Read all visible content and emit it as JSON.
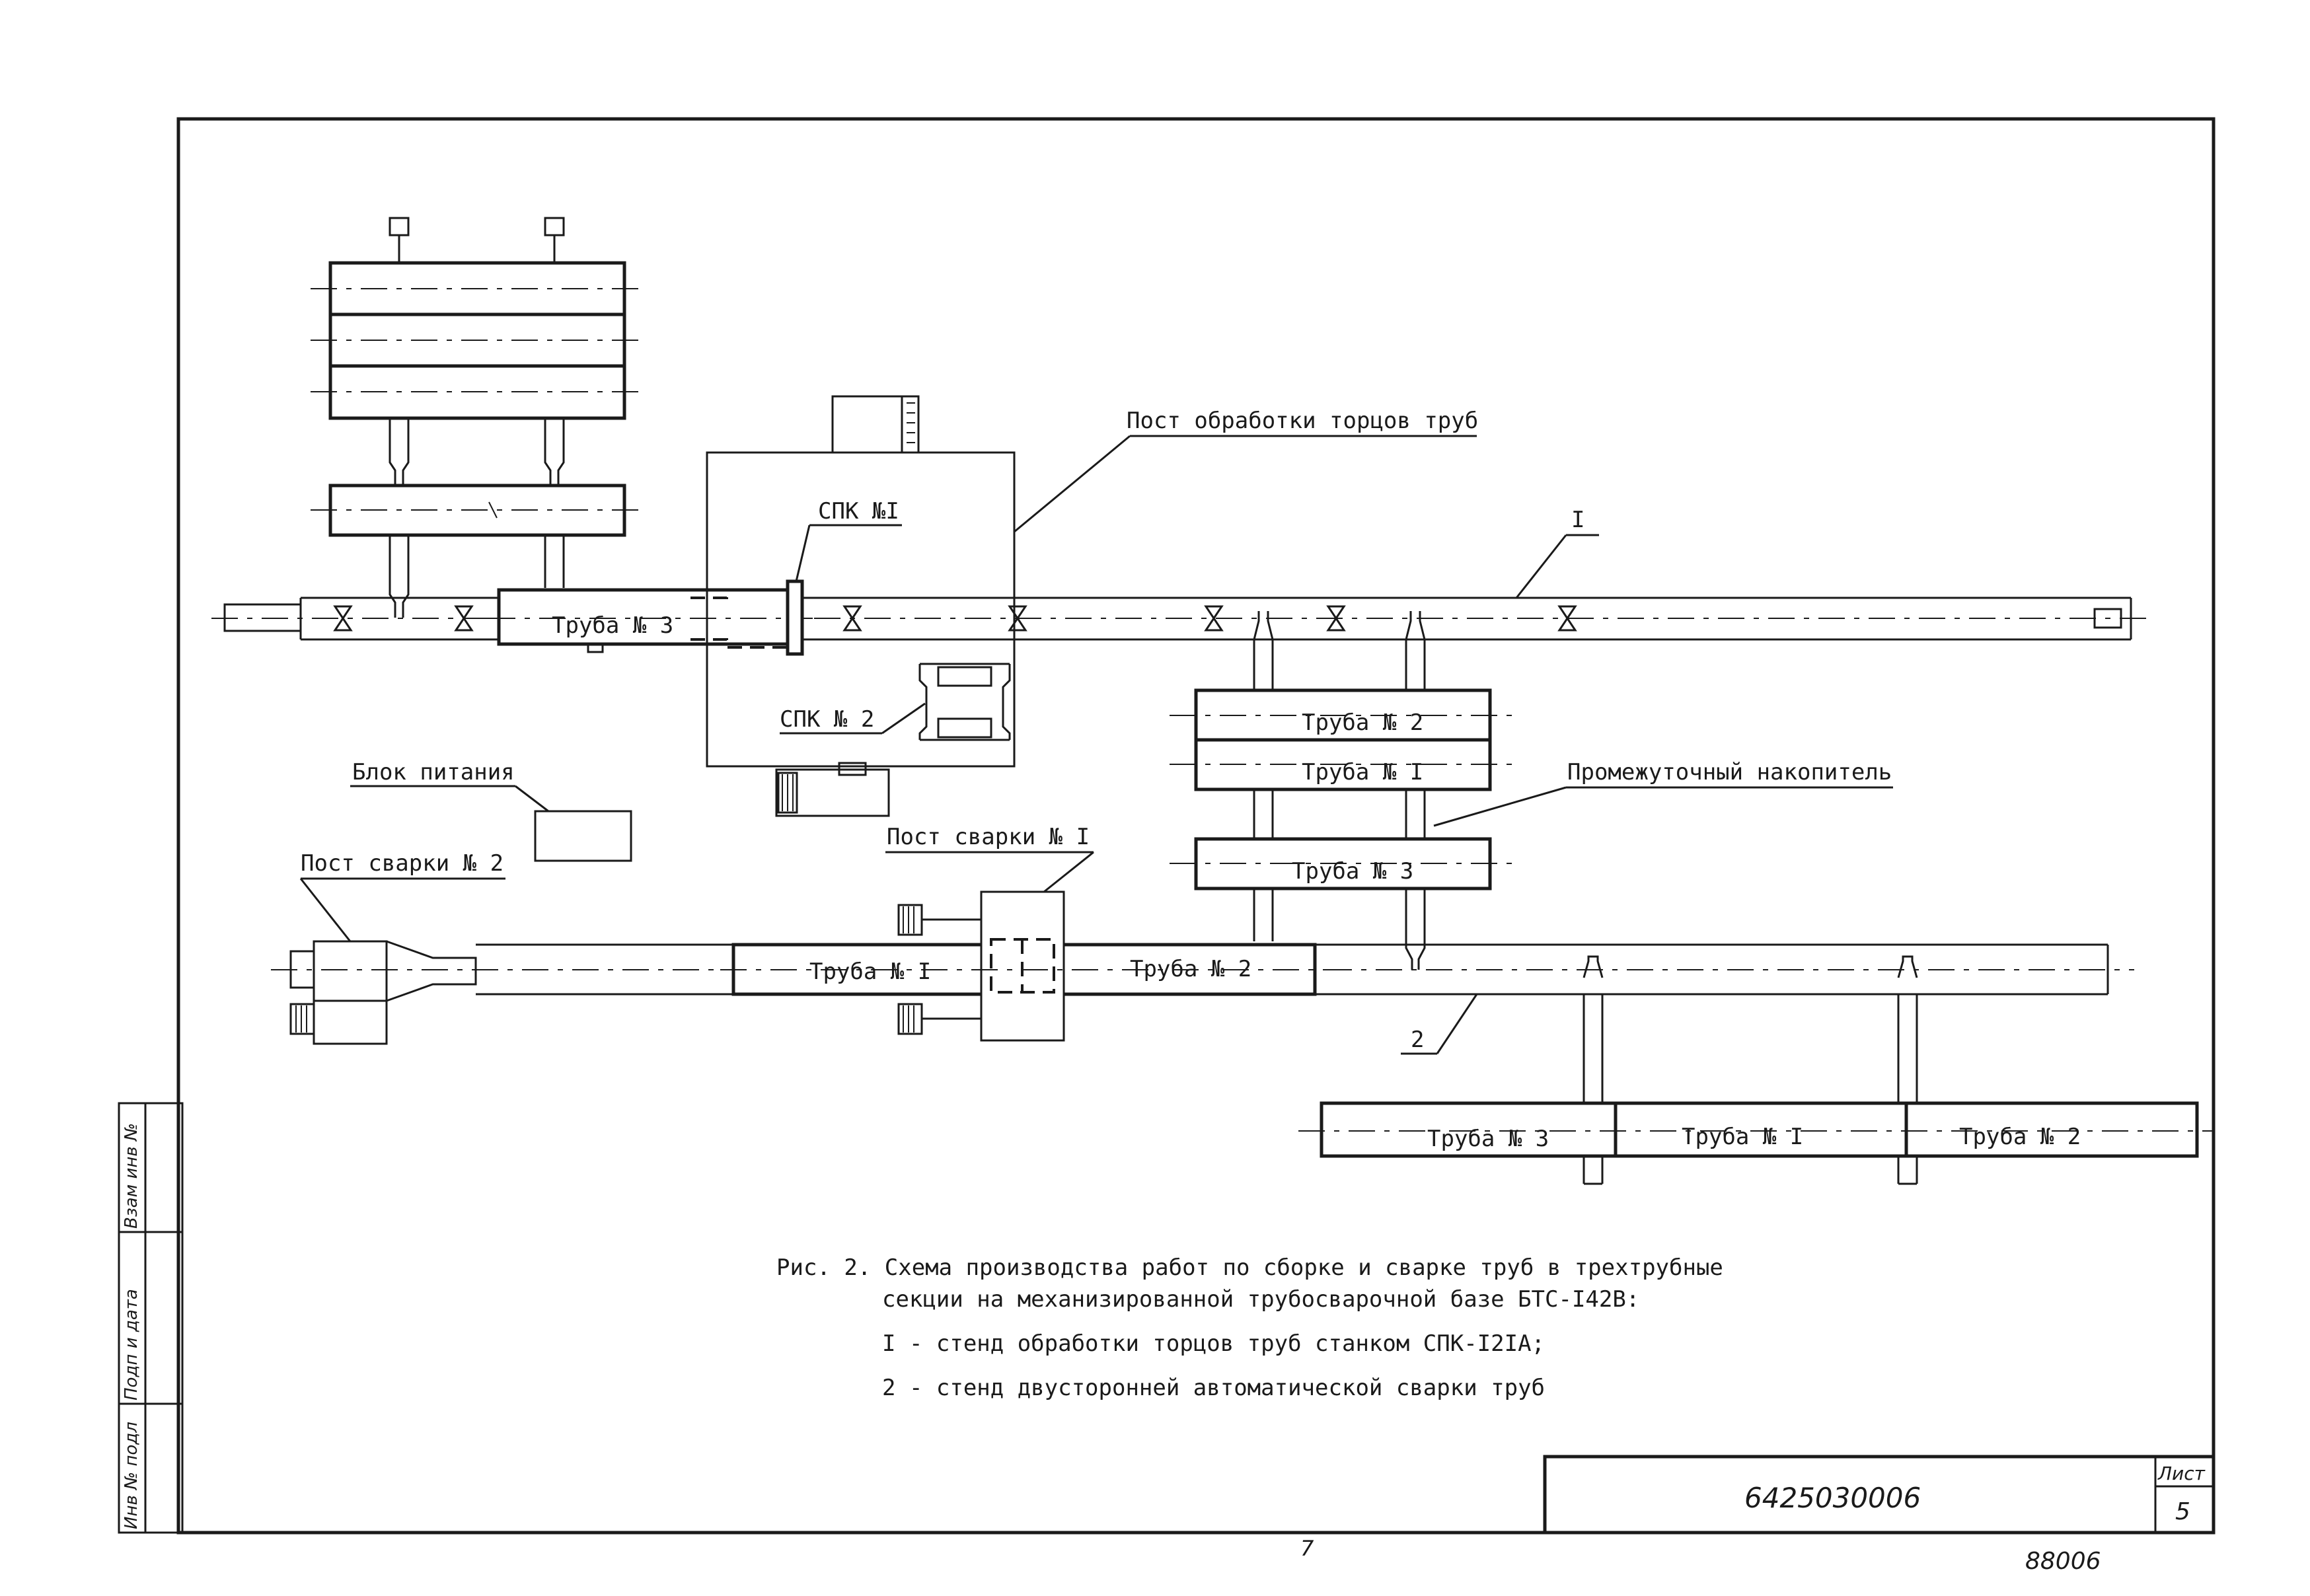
{
  "labels": {
    "post_torcy": "Пост обработки торцов труб",
    "spk1": "СПК №I",
    "spk2": "СПК № 2",
    "marker1": "I",
    "blok_pitaniya": "Блок питания",
    "post_svarki2": "Пост сварки № 2",
    "post_svarki1": "Пост сварки № I",
    "nakopitel": "Промежуточный накопитель",
    "marker2": "2"
  },
  "pipes": {
    "truba3_line1": "Труба № 3",
    "truba2_acc": "Труба № 2",
    "truba1_acc": "Труба № I",
    "truba3_acc": "Труба № 3",
    "truba1_weld": "Труба № I",
    "truba2_weld": "Труба № 2",
    "truba3_out": "Труба № 3",
    "truba1_out": "Труба № I",
    "truba2_out": "Труба № 2"
  },
  "caption": {
    "line1": "Рис. 2. Схема производства работ по сборке и сварке труб в трехтрубные",
    "line2": "секции на механизированной трубосварочной базе БТС-I42В:",
    "line3": "I - стенд обработки торцов труб станком СПК-I2IА;",
    "line4": "2 - стенд двусторонней автоматической сварки труб"
  },
  "title_block": {
    "doc_number": "6425030006",
    "sheet_label": "Лист",
    "sheet_number": "5"
  },
  "side_stamp": {
    "inv_podl": "Инв № подл",
    "podp_data": "Подп и дата",
    "vzam_inv": "Взам инв №"
  },
  "footer": {
    "page_number": "7",
    "archive_number": "88006"
  }
}
